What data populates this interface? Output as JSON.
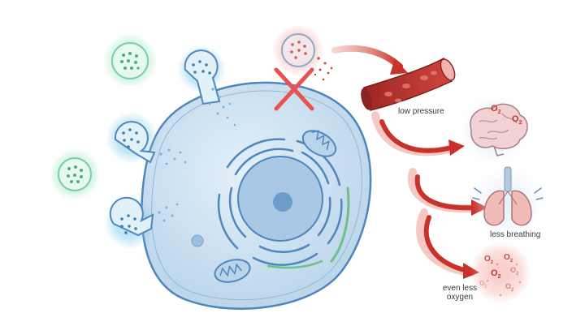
{
  "labels": {
    "low_pressure": "low pressure",
    "less_breathing": "less breathing",
    "even_less_oxygen_line1": "even less",
    "even_less_oxygen_line2": "oxygen"
  },
  "o2_symbol": "O",
  "o2_subscript": "2",
  "colors": {
    "cell_fill": "#cfe3f1",
    "cell_stroke": "#4f86bd",
    "vesicle_green": "#7fd4a8",
    "vesicle_blue": "#5aaed6",
    "arrow_red": "#c8322b",
    "blocked_x": "#e8524f",
    "vessel_red": "#b8302c"
  },
  "icons": [
    "cell-icon",
    "nucleus-icon",
    "mitochondrion-icon",
    "vesicle-icon",
    "blocked-x-icon",
    "blood-vessel-icon",
    "brain-icon",
    "lungs-icon",
    "oxygen-cloud-icon"
  ]
}
